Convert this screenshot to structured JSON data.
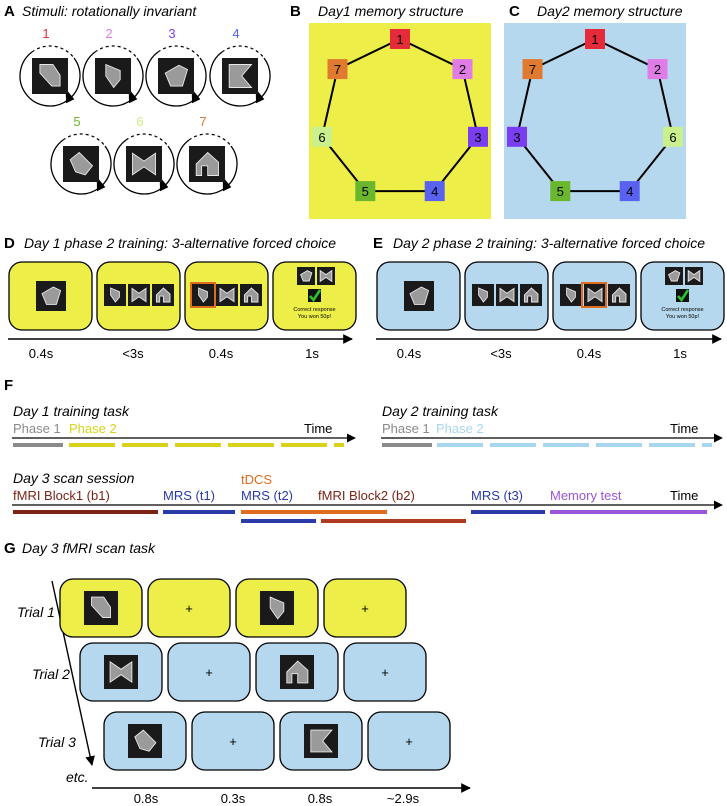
{
  "panels": {
    "A": {
      "letter": "A",
      "title": "Stimuli: rotationally invariant",
      "numbers": [
        "1",
        "2",
        "3",
        "4",
        "5",
        "6",
        "7"
      ]
    },
    "B": {
      "letter": "B",
      "title": "Day1 memory structure",
      "nodes": [
        "1",
        "2",
        "3",
        "4",
        "5",
        "6",
        "7"
      ]
    },
    "C": {
      "letter": "C",
      "title": "Day2 memory structure",
      "nodes": [
        "1",
        "2",
        "6",
        "4",
        "5",
        "3",
        "7"
      ]
    },
    "D": {
      "letter": "D",
      "title": "Day 1 phase 2 training: 3-alternative forced choice",
      "times": [
        "0.4s",
        "<3s",
        "0.4s",
        "1s"
      ],
      "feedback_line1": "Correct response",
      "feedback_line2": "You won 50p!"
    },
    "E": {
      "letter": "E",
      "title": "Day 2 phase 2 training: 3-alternative forced choice",
      "times": [
        "0.4s",
        "<3s",
        "0.4s",
        "1s"
      ],
      "feedback_line1": "Correct response",
      "feedback_line2": "You won 50p!"
    },
    "F": {
      "letter": "F",
      "day1_title": "Day 1 training task",
      "day1_phase1": "Phase 1",
      "day1_phase2": "Phase 2",
      "day1_time": "Time",
      "day2_title": "Day 2 training task",
      "day2_phase1": "Phase 1",
      "day2_phase2": "Phase 2",
      "day2_time": "Time",
      "day3_title": "Day 3 scan session",
      "block1": "fMRI Block1 (b1)",
      "mrs_t1": "MRS (t1)",
      "tdcs": "tDCS",
      "mrs_t2": "MRS (t2)",
      "block2": "fMRI Block2 (b2)",
      "mrs_t3": "MRS (t3)",
      "memory_test": "Memory test",
      "day3_time": "Time"
    },
    "G": {
      "letter": "G",
      "title": "Day 3 fMRI scan task",
      "trials": [
        "Trial 1",
        "Trial 2",
        "Trial 3"
      ],
      "etc": "etc.",
      "fixation": "+",
      "times": [
        "0.8s",
        "0.3s",
        "0.8s",
        "~2.9s"
      ]
    }
  },
  "colors": {
    "yellow": "#eeee48",
    "blue": "#b5d8ee",
    "n1": "#e52b3a",
    "n2": "#e07ce6",
    "n3": "#7a3ef0",
    "n4": "#5962f0",
    "n5": "#6ab72e",
    "n6": "#c9f08a",
    "n7": "#e07a30",
    "tdcs": "#e06d1f",
    "block": "#7a2316",
    "block2": "#b03a20",
    "mrs": "#2a3aa8",
    "memory": "#9a55d8",
    "phase2_day1": "#d8d21a",
    "phase2_day2": "#a8d6f0"
  }
}
